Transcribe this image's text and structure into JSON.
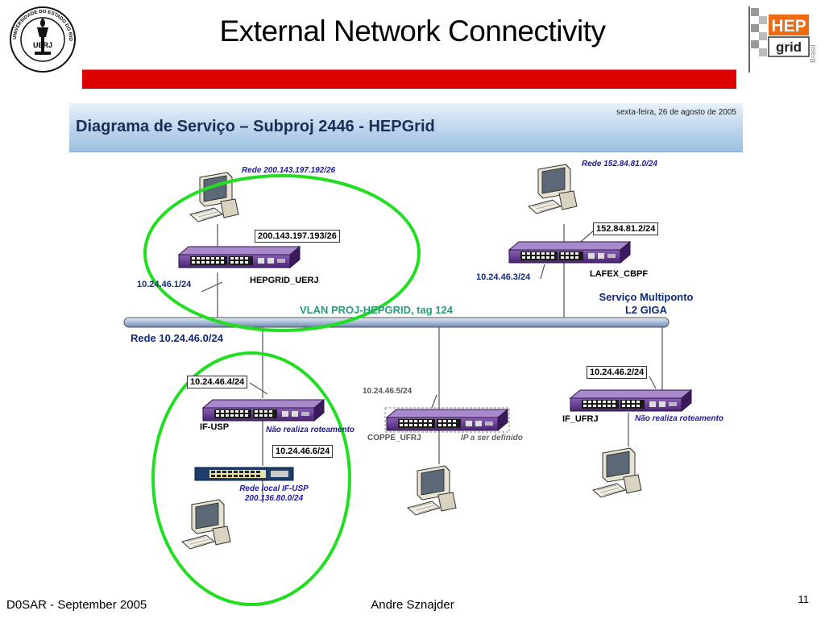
{
  "slide": {
    "title": "External Network Connectivity",
    "footer_left": "D0SAR - September 2005",
    "footer_center": "Andre Sznajder",
    "page_number": "11"
  },
  "logos": {
    "uerj_text": "UERJ",
    "uerj_ring": "UNIVERSIDADE DO ESTADO DO RIO DE JANEIRO",
    "hep_top": "HEP",
    "hep_bottom": "grid",
    "hep_side": "Brasil"
  },
  "diagram": {
    "title": "Diagrama de Serviço – Subproj 2446 - HEPGrid",
    "date": "sexta-feira, 26 de agosto de 2005",
    "vlan_label": "VLAN PROJ-HEPGRID, tag 124",
    "network_label": "Rede 10.24.46.0/24",
    "multipoint_label_1": "Serviço Multiponto",
    "multipoint_label_2": "L2 GIGA",
    "uerj": {
      "net": "Rede 200.143.197.192/26",
      "router_ip": "200.143.197.193/26",
      "switch_name": "HEPGRID_UERJ",
      "vlan_ip": "10.24.46.1/24"
    },
    "cbpf": {
      "net": "Rede 152.84.81.0/24",
      "router_ip": "152.84.81.2/24",
      "switch_name": "LAFEX_CBPF",
      "vlan_ip": "10.24.46.3/24"
    },
    "usp": {
      "vlan_ip": "10.24.46.4/24",
      "switch_name": "IF-USP",
      "note": "Não realiza roteamento",
      "router_ip": "10.24.46.6/24",
      "local_net_1": "Rede local IF-USP",
      "local_net_2": "200.136.80.0/24"
    },
    "ufrj_coppe": {
      "vlan_ip": "10.24.46.5/24",
      "switch_name": "COPPE_UFRJ",
      "note": "IP a ser definido"
    },
    "ufrj": {
      "vlan_ip": "10.24.46.2/24",
      "switch_name": "IF_UFRJ",
      "note": "Não realiza roteamento"
    }
  },
  "colors": {
    "highlight_ellipse": "#22dd22",
    "switch_body": "#5a2f8a",
    "red_bar": "#d40000",
    "vlan_bus": "#b8c8de"
  }
}
